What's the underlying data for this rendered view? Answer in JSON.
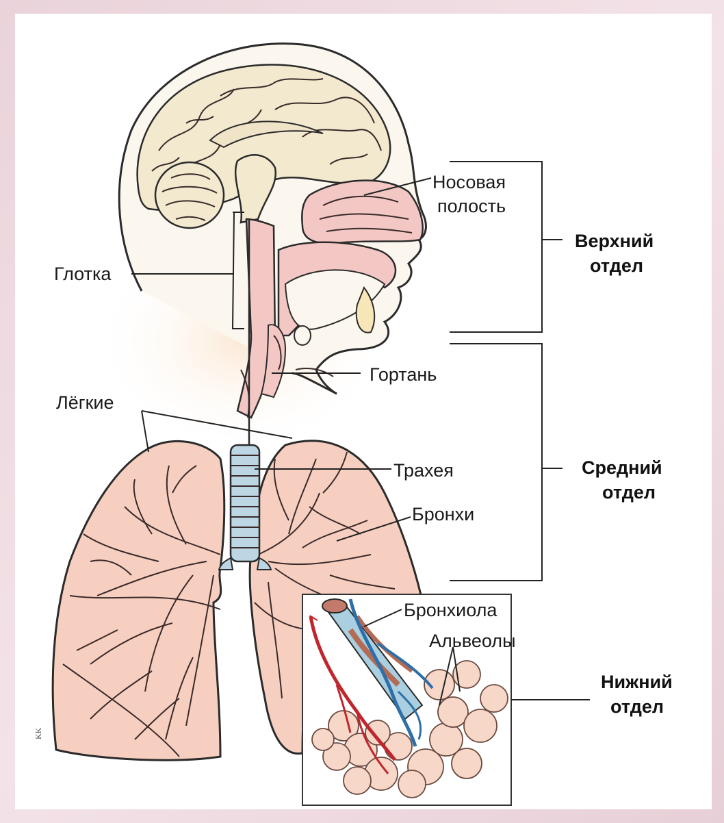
{
  "labels": {
    "nasal_cavity_line1": "Носовая",
    "nasal_cavity_line2": "полость",
    "pharynx": "Глотка",
    "larynx": "Гортань",
    "lungs": "Лёгкие",
    "trachea": "Трахея",
    "bronchi": "Бронхи",
    "bronchiole": "Бронхиола",
    "alveoli": "Альвеолы"
  },
  "sections": {
    "upper_line1": "Верхний",
    "upper_line2": "отдел",
    "middle_line1": "Средний",
    "middle_line2": "отдел",
    "lower_line1": "Нижний",
    "lower_line2": "отдел"
  },
  "colors": {
    "background": "#ead3da",
    "skin": "#f7ede0",
    "brain": "#f3e9cf",
    "airway": "#f2c7c4",
    "lung": "#f6cfc0",
    "trachea_rings": "#bdd6e3",
    "artery": "#c0262d",
    "vein": "#2f6fa8"
  },
  "artist_mark": "KK"
}
